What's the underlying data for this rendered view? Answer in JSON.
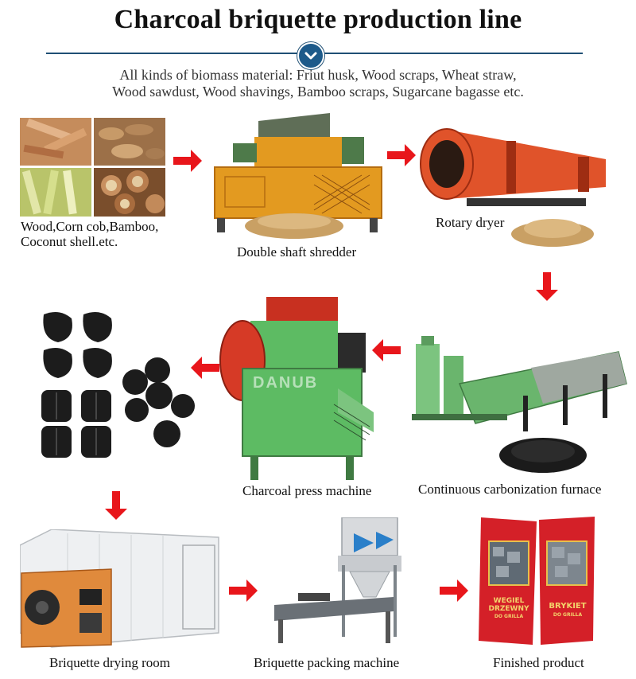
{
  "header": {
    "title": "Charcoal briquette production line",
    "subtitle_line1": "All kinds of biomass material: Friut husk, Wood scraps, Wheat straw,",
    "subtitle_line2": "Wood sawdust, Wood shavings, Bamboo scraps, Sugarcane bagasse etc."
  },
  "steps": {
    "materials_line1": "Wood,Corn cob,Bamboo,",
    "materials_line2": "Coconut shell.etc.",
    "shredder": "Double shaft shredder",
    "dryer": "Rotary dryer",
    "carbonization": "Continuous carbonization furnace",
    "press": "Charcoal press machine",
    "drying_room": "Briquette drying room",
    "packing": "Briquette packing machine",
    "finished": "Finished product"
  },
  "watermark": "DANUB",
  "packaging": {
    "bag1_line1": "WEGIEL",
    "bag1_line2": "DRZEWNY",
    "bag1_line3": "DO GRILLA",
    "bag2_line1": "BRYKIET",
    "bag2_line2": "DO GRILLA"
  },
  "colors": {
    "arrow": "#e8161b",
    "header_rule": "#1f4f74",
    "badge": "#1d5a8a",
    "machine_green": "#5dbb63",
    "shredder_orange": "#e39a20",
    "dryer_orange": "#e0532a",
    "bag_red": "#d42028"
  }
}
